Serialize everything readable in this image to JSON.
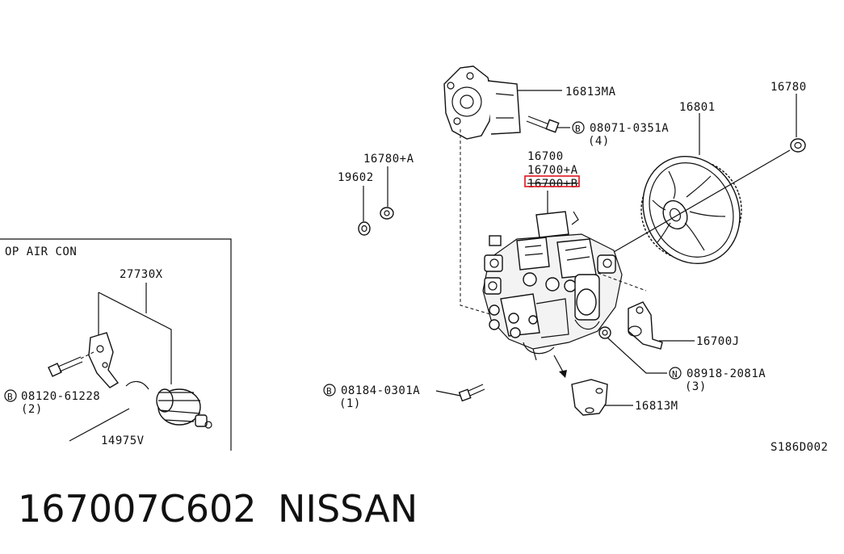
{
  "inset": {
    "title": "OP AIR CON",
    "labels": {
      "p27730x": "27730X",
      "bolt_code": "08120-61228",
      "bolt_qty": "(2)",
      "p14975v": "14975V"
    }
  },
  "labels": {
    "p16813ma": "16813MA",
    "bolt_08071": "08071-0351A",
    "bolt_08071_qty": "(4)",
    "p16801": "16801",
    "p16780": "16780",
    "p16780a": "16780+A",
    "p19602": "19602",
    "p16700": "16700",
    "p16700a": "16700+A",
    "p16700b": "16700+B",
    "p16700j": "16700J",
    "nut_08918": "08918-2081A",
    "nut_08918_qty": "(3)",
    "bolt_08184": "08184-0301A",
    "bolt_08184_qty": "(1)",
    "p16813m": "16813M",
    "ref_code": "S186D002"
  },
  "markers": {
    "bolt": "B",
    "nut": "N"
  },
  "caption": {
    "part_number": "167007C602",
    "brand": "NISSAN"
  },
  "colors": {
    "line": "#111111",
    "highlight": "#e0141e",
    "background": "#ffffff"
  }
}
